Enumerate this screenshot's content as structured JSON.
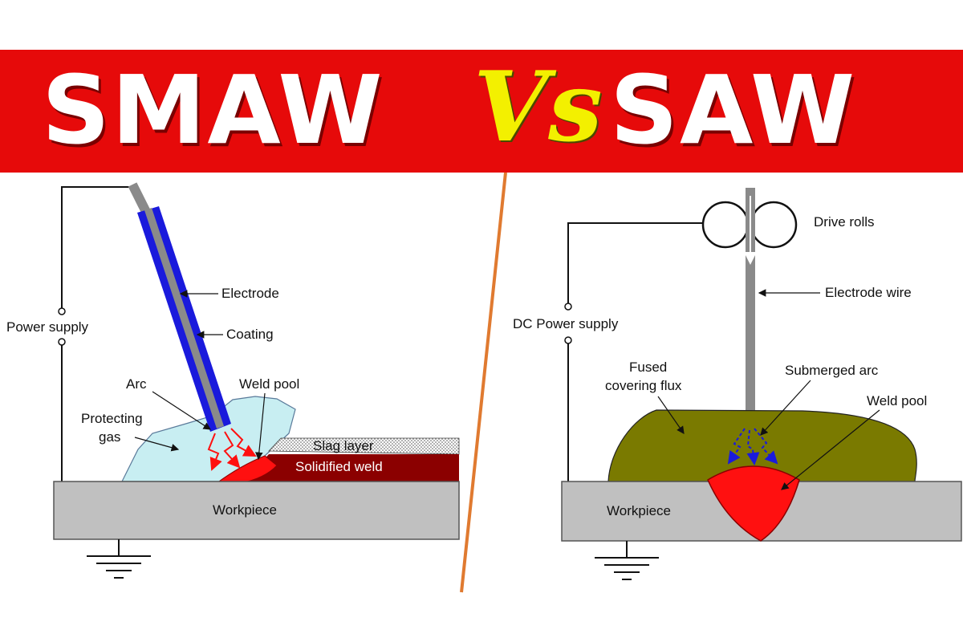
{
  "header": {
    "left_title": "SMAW",
    "vs": "Vs",
    "right_title": "SAW",
    "banner_color": "#e60a0a",
    "vs_color": "#f3f000"
  },
  "smaw": {
    "power_supply": "Power supply",
    "electrode": "Electrode",
    "coating": "Coating",
    "arc": "Arc",
    "weld_pool": "Weld pool",
    "protecting_gas_line1": "Protecting",
    "protecting_gas_line2": "gas",
    "slag_layer": "Slag layer",
    "solidified_weld": "Solidified weld",
    "workpiece": "Workpiece"
  },
  "saw": {
    "drive_rolls": "Drive rolls",
    "electrode_wire": "Electrode wire",
    "dc_power_supply": "DC Power supply",
    "fused_flux_line1": "Fused",
    "fused_flux_line2": "covering flux",
    "submerged_arc": "Submerged arc",
    "weld_pool": "Weld pool",
    "workpiece": "Workpiece"
  },
  "colors": {
    "coating": "#1a1adc",
    "rod": "#8a8a8a",
    "gas": "#c8eef2",
    "weld": "#ff1010",
    "solidified": "#8b0000",
    "flux": "#7a7a00",
    "workpiece": "#c0c0c0",
    "divider": "#e07a30"
  }
}
